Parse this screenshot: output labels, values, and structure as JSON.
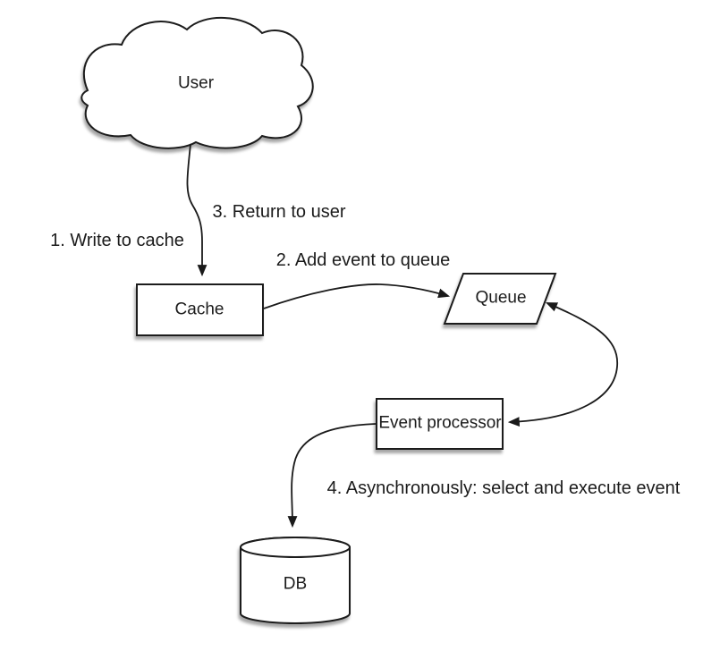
{
  "canvas": {
    "background": "#ffffff",
    "line_color": "#1a1a1a",
    "text_color": "#1b1b1b",
    "shape_fill": "#ffffff",
    "shadow_color": "#999999"
  },
  "nodes": {
    "user": {
      "label": "User",
      "shape": "cloud"
    },
    "cache": {
      "label": "Cache",
      "shape": "rectangle"
    },
    "queue": {
      "label": "Queue",
      "shape": "parallelogram"
    },
    "event_processor": {
      "label": "Event processor",
      "shape": "rectangle"
    },
    "db": {
      "label": "DB",
      "shape": "cylinder"
    }
  },
  "edges": [
    {
      "from": "user",
      "to": "cache",
      "direction": "one-way",
      "labels": [
        "1. Write to cache",
        "3. Return to user"
      ]
    },
    {
      "from": "cache",
      "to": "queue",
      "direction": "one-way",
      "labels": [
        "2. Add event to queue"
      ]
    },
    {
      "from": "queue",
      "to": "event_processor",
      "direction": "two-way",
      "labels": []
    },
    {
      "from": "event_processor",
      "to": "db",
      "direction": "one-way",
      "labels": [
        "4. Asynchronously: select and execute event"
      ]
    }
  ]
}
